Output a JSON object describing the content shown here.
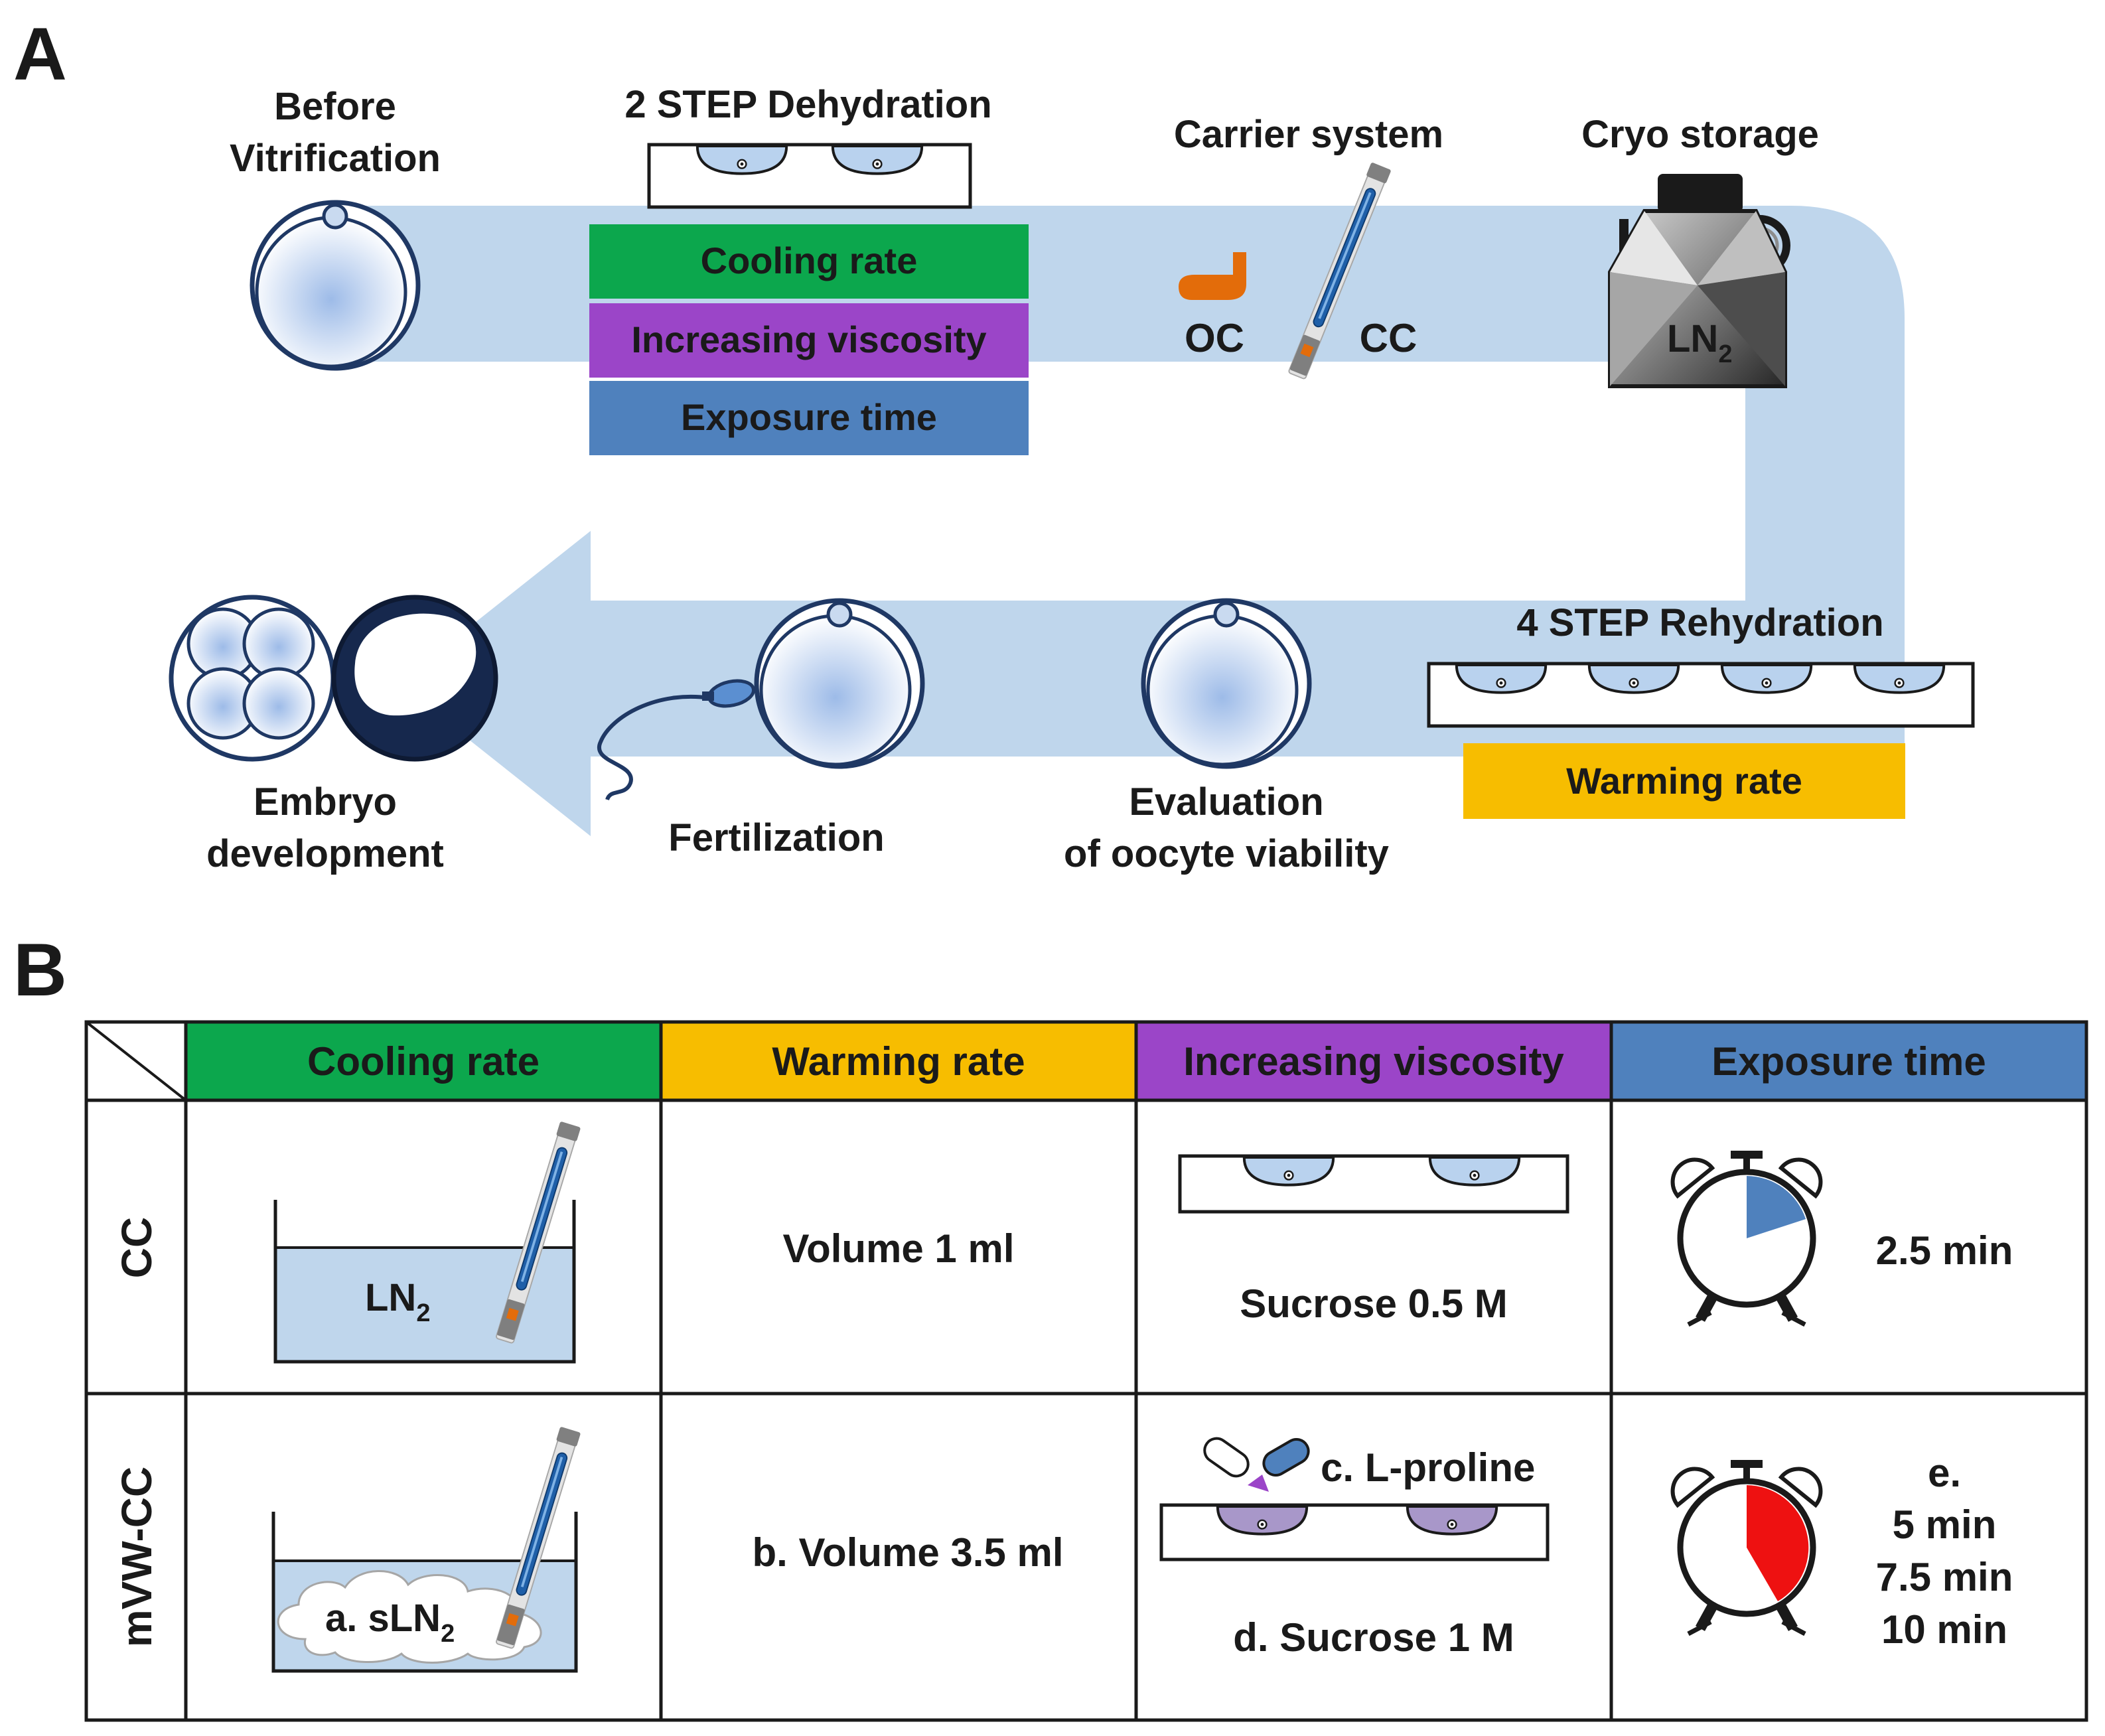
{
  "panel_a": {
    "label": "A",
    "before_vitrification": [
      "Before",
      "Vitrification"
    ],
    "dehydration_title": "2 STEP Dehydration",
    "cooling_rate": "Cooling rate",
    "increasing_viscosity": "Increasing viscosity",
    "exposure_time": "Exposure time",
    "carrier_system": "Carrier system",
    "oc": "OC",
    "cc": "CC",
    "cryo_storage": "Cryo storage",
    "ln": "LN",
    "ln_sub": "2",
    "rehydration_title": "4 STEP Rehydration",
    "warming_rate": "Warming rate",
    "evaluation": [
      "Evaluation",
      "of oocyte viability"
    ],
    "fertilization": "Fertilization",
    "embryo": [
      "Embryo",
      "development"
    ]
  },
  "panel_b": {
    "label": "B",
    "headers": [
      "Cooling rate",
      "Warming rate",
      "Increasing viscosity",
      "Exposure time"
    ],
    "rows": [
      {
        "label": "CC",
        "cooling": {
          "text": "LN",
          "sub": "2"
        },
        "warming": "Volume 1 ml",
        "viscosity": "Sucrose 0.5 M",
        "exposure": [
          "2.5 min"
        ]
      },
      {
        "label": "mVW-CC",
        "cooling": {
          "text": "a. sLN",
          "sub": "2"
        },
        "warming": "b. Volume 3.5 ml",
        "viscosity_extra": "c. L-proline",
        "viscosity": "d. Sucrose 1 M",
        "exposure": [
          "e.",
          "5 min",
          "7.5 min",
          "10 min"
        ]
      }
    ]
  },
  "colors": {
    "flow": "#bfd6ec",
    "cooling": "#0ca74d",
    "viscosity": "#9b45c8",
    "exposure": "#4f81bd",
    "warming": "#f7bd00",
    "orange": "#e36c0a",
    "red": "#ee1111"
  }
}
